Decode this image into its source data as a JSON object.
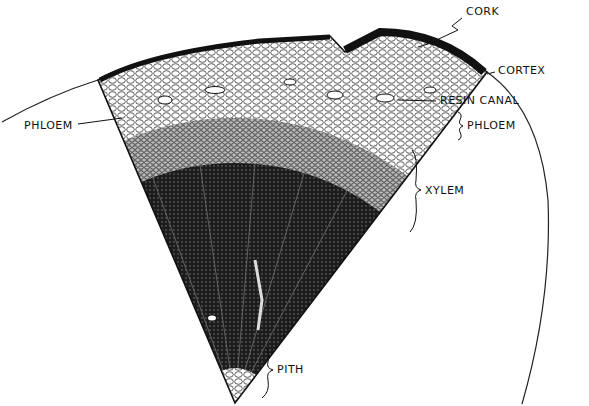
{
  "diagram": {
    "labels": [
      "CORK",
      "CORTEX",
      "RESIN CANAL",
      "PHLOEM",
      "PHLOEM",
      "XYLEM",
      "PITH"
    ]
  }
}
